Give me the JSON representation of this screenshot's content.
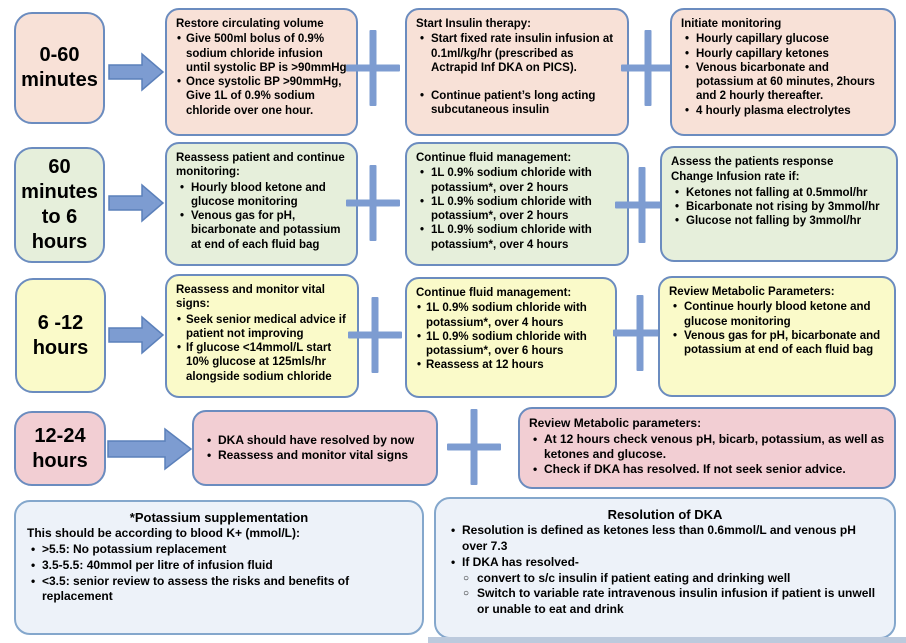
{
  "title": "DKA management timeline flowchart",
  "colors": {
    "row1_fill": "#f8e1d7",
    "row2_fill": "#e6efdb",
    "row3_fill": "#fafac9",
    "row4_fill": "#f2ced3",
    "note_fill": "#edf2f9",
    "box_border": "#6b8cbf",
    "connector_blue": "#7d9cd1"
  },
  "rows": [
    {
      "time": "0-60 minutes",
      "boxes": [
        {
          "title": "Restore circulating volume",
          "bullets": [
            "Give 500ml bolus of 0.9% sodium chloride infusion until systolic BP is >90mmHg",
            "Once systolic BP >90mmHg, Give 1L of 0.9% sodium chloride over one hour."
          ]
        },
        {
          "title": "Start Insulin therapy:",
          "bullets": [
            "Start fixed rate insulin infusion at 0.1ml/kg/hr (prescribed as Actrapid Inf DKA on PICS).",
            "Continue patient’s long acting subcutaneous insulin"
          ]
        },
        {
          "title": "Initiate monitoring",
          "bullets": [
            "Hourly capillary glucose",
            "Hourly capillary ketones",
            "Venous bicarbonate and potassium at 60 minutes, 2hours and 2 hourly thereafter.",
            "4 hourly plasma electrolytes"
          ]
        }
      ]
    },
    {
      "time": "60 minutes to 6 hours",
      "boxes": [
        {
          "title": "Reassess patient and continue monitoring:",
          "bullets": [
            "Hourly blood ketone and glucose monitoring",
            "Venous gas for pH, bicarbonate and potassium at end of each fluid bag"
          ]
        },
        {
          "title": "Continue fluid management:",
          "bullets": [
            "1L 0.9% sodium chloride with potassium*, over 2 hours",
            "1L 0.9% sodium chloride with potassium*, over 2 hours",
            "1L 0.9% sodium chloride with potassium*, over 4 hours"
          ]
        },
        {
          "title": "Assess the patients response",
          "title2": "Change Infusion rate if:",
          "bullets": [
            "Ketones not falling at 0.5mmol/hr",
            "Bicarbonate not rising by 3mmol/hr",
            "Glucose not falling by 3mmol/hr"
          ]
        }
      ]
    },
    {
      "time": "6 -12 hours",
      "boxes": [
        {
          "title": "Reassess and monitor vital signs:",
          "bullets": [
            "Seek senior medical advice if patient not improving",
            "If glucose <14mmol/L start 10% glucose at 125mls/hr alongside sodium chloride"
          ]
        },
        {
          "title": "Continue fluid management:",
          "bullets": [
            "1L 0.9% sodium chloride with potassium*, over 4 hours",
            "1L 0.9% sodium chloride with potassium*, over 6 hours",
            "Reassess at 12 hours"
          ]
        },
        {
          "title": "Review Metabolic Parameters:",
          "bullets": [
            "Continue hourly blood ketone and glucose monitoring",
            "Venous gas for pH, bicarbonate and potassium at end of each fluid bag"
          ]
        }
      ]
    },
    {
      "time": "12-24 hours",
      "boxes": [
        {
          "bullets": [
            "DKA should have resolved by now",
            "Reassess and monitor vital signs"
          ]
        },
        {
          "title": "Review Metabolic parameters:",
          "bullets": [
            "At 12 hours check venous pH, bicarb, potassium, as well as ketones and glucose.",
            "Check if DKA has resolved. If not seek senior advice."
          ]
        }
      ]
    }
  ],
  "notes": {
    "potassium": {
      "title": "*Potassium supplementation",
      "intro": "This should be according to blood K+ (mmol/L):",
      "bullets": [
        ">5.5: No potassium replacement",
        "3.5-5.5: 40mmol per litre of infusion fluid",
        "<3.5: senior review to assess the risks and benefits of replacement"
      ]
    },
    "resolution": {
      "title": "Resolution of DKA",
      "bullets": [
        "Resolution is defined as ketones less than 0.6mmol/L and venous pH over 7.3",
        "If DKA has resolved-"
      ],
      "sub_bullets": [
        "convert to s/c insulin if patient eating and drinking well",
        "Switch to variable rate intravenous insulin infusion if patient is unwell or unable to eat and drink"
      ]
    }
  }
}
